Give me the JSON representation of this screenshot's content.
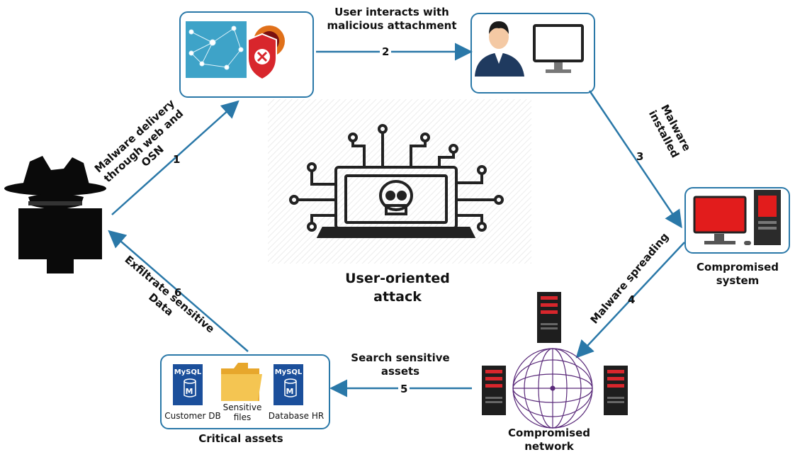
{
  "center": {
    "title_line1": "User-oriented",
    "title_line2": "attack"
  },
  "steps": {
    "s1": {
      "num": "1",
      "text_line1": "Malware delivery",
      "text_line2": "through web and",
      "text_line3": "OSN"
    },
    "s2": {
      "num": "2",
      "text_line1": "User interacts with",
      "text_line2": "malicious attachment"
    },
    "s3": {
      "num": "3",
      "text_line1": "Malware",
      "text_line2": "installed"
    },
    "s4": {
      "num": "4",
      "text_line1": "Malware spreading"
    },
    "s5": {
      "num": "5",
      "text_line1": "Search sensitive",
      "text_line2": "assets"
    },
    "s6": {
      "num": "6",
      "text_line1": "Exfiltrate sensitive",
      "text_line2": "Data"
    }
  },
  "nodes": {
    "compromised_system": {
      "line1": "Compromised",
      "line2": "system"
    },
    "compromised_network": {
      "line1": "Compromised",
      "line2": "network"
    },
    "critical_assets": {
      "title": "Critical assets",
      "items": [
        {
          "logo": "MySQL",
          "letter": "M",
          "label": "Customer DB"
        },
        {
          "label_line1": "Sensitive",
          "label_line2": "files"
        },
        {
          "logo": "MySQL",
          "letter": "M",
          "label": "Database HR"
        }
      ]
    }
  },
  "colors": {
    "arrow": "#2a78a8",
    "box_border": "#2a78a8",
    "server_red": "#d8262c",
    "screen_red": "#e21c1c"
  },
  "icons": [
    "hacker-icon",
    "network-web-icon",
    "shield-x-icon",
    "biohazard-icon",
    "user-icon",
    "monitor-icon",
    "skull-laptop-icon",
    "computer-icon",
    "server-icon",
    "globe-icon",
    "folder-icon",
    "mysql-db-icon"
  ]
}
